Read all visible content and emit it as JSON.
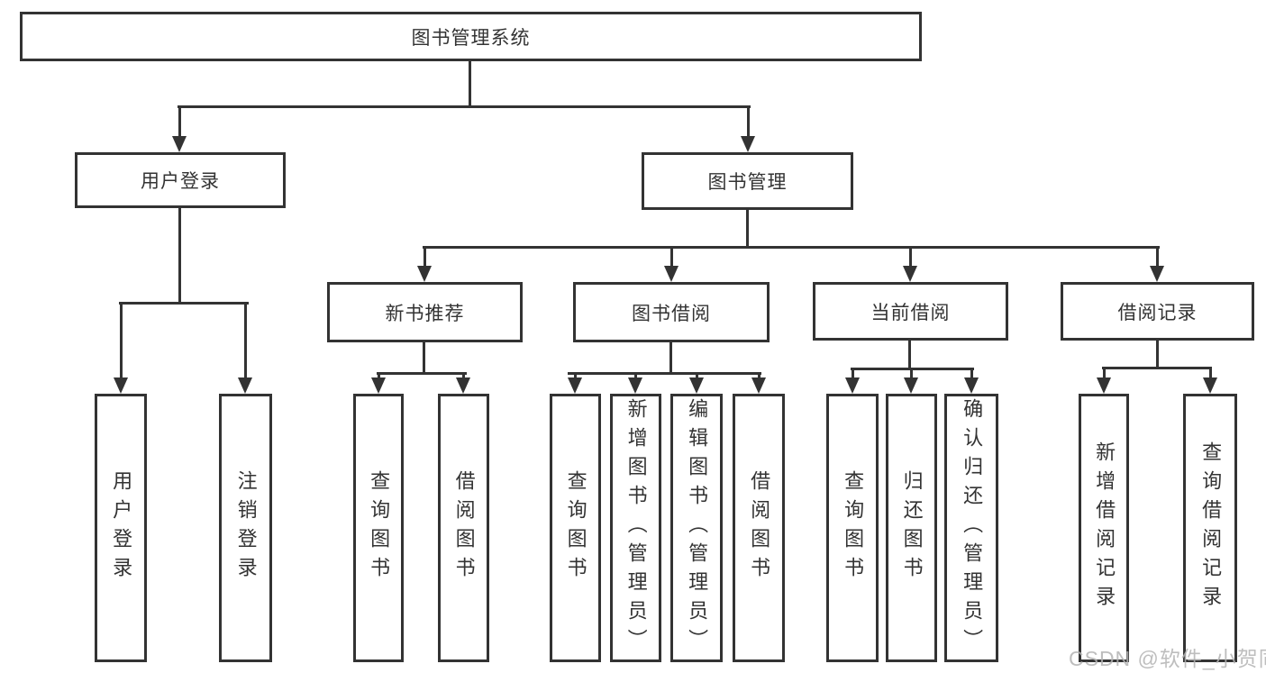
{
  "diagram_type": "hierarchy-tree",
  "tree": {
    "root": {
      "label": "图书管理系统",
      "children": [
        {
          "label": "用户登录",
          "children": [
            {
              "label": "用户登录"
            },
            {
              "label": "注销登录"
            }
          ]
        },
        {
          "label": "图书管理",
          "children": [
            {
              "label": "新书推荐",
              "children": [
                {
                  "label": "查询图书"
                },
                {
                  "label": "借阅图书"
                }
              ]
            },
            {
              "label": "图书借阅",
              "children": [
                {
                  "label": "查询图书"
                },
                {
                  "label": "新增图书（管理员）"
                },
                {
                  "label": "编辑图书（管理员）"
                },
                {
                  "label": "借阅图书"
                }
              ]
            },
            {
              "label": "当前借阅",
              "children": [
                {
                  "label": "查询图书"
                },
                {
                  "label": "归还图书"
                },
                {
                  "label": "确认归还（管理员）"
                }
              ]
            },
            {
              "label": "借阅记录",
              "children": [
                {
                  "label": "新增借阅记录"
                },
                {
                  "label": "查询借阅记录"
                }
              ]
            }
          ]
        }
      ]
    }
  },
  "watermark": {
    "text": "CSDN @软件_小贺同学"
  },
  "colors": {
    "line": "#333333",
    "text": "#333333",
    "bg": "#ffffff",
    "watermark": "#b3b3b3"
  }
}
